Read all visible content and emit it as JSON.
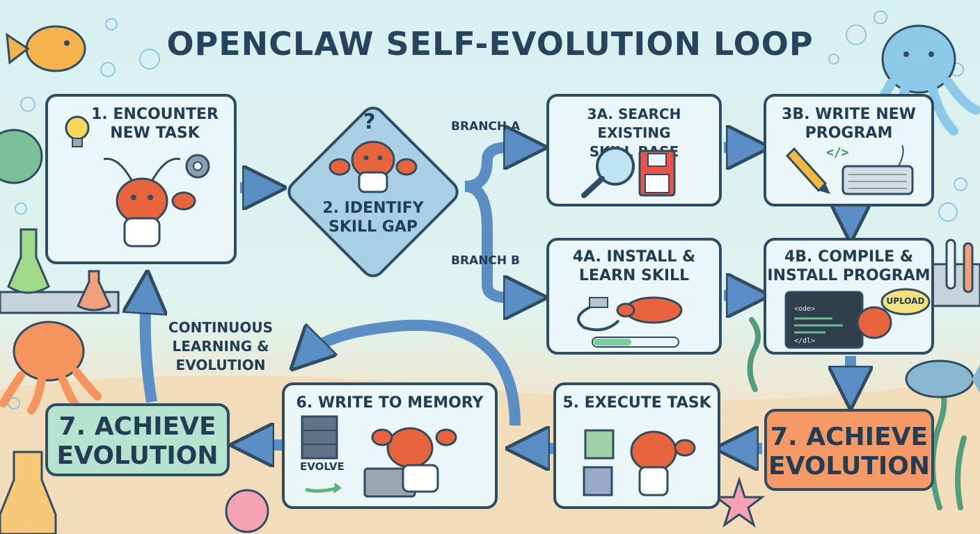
{
  "title": "OPENCLAW SELF-EVOLUTION LOOP",
  "steps": {
    "encounter": "1. ENCOUNTER\nNEW TASK",
    "identify": "2. IDENTIFY\nSKILL GAP",
    "search": "3A. SEARCH EXISTING\nSKILL BASE",
    "write_program": "3B. WRITE NEW\nPROGRAM",
    "install_learn": "4A. INSTALL &\nLEARN SKILL",
    "compile_install": "4B. COMPILE &\nINSTALL PROGRAM",
    "execute": "5. EXECUTE TASK",
    "write_memory": "6. WRITE TO MEMORY",
    "achieve_left": "7. ACHIEVE\nEVOLUTION",
    "achieve_right": "7. ACHIEVE\nEVOLUTION"
  },
  "branches": {
    "a": "BRANCH A",
    "b": "BRANCH B"
  },
  "loop_note": "CONTINUOUS\nLEARNING &\nEVOLUTION",
  "badges": {
    "upload": "UPLOAD",
    "evolve": "EVOLVE",
    "question": "?"
  },
  "code_lines": {
    "open": "<ode>",
    "close": "</dl>"
  },
  "code_symbol": "</>",
  "colors": {
    "box_border": "#2f4d62",
    "box_fill": "#eaf6f8",
    "arrow": "#5b8ec4",
    "lobster": "#e8643c",
    "achieve_green": "#b6e3cf",
    "achieve_orange": "#f59a66",
    "text": "#233d54"
  },
  "icons": [
    "lightbulb-icon",
    "gear-icon",
    "magnifier-icon",
    "floppy-disk-icon",
    "pencil-icon",
    "code-icon",
    "keyboard-icon",
    "cable-icon",
    "progress-bar-icon",
    "terminal-icon",
    "database-icon",
    "laptop-icon",
    "cube-icon",
    "octopus-icon",
    "fish-icon",
    "flask-icon"
  ]
}
